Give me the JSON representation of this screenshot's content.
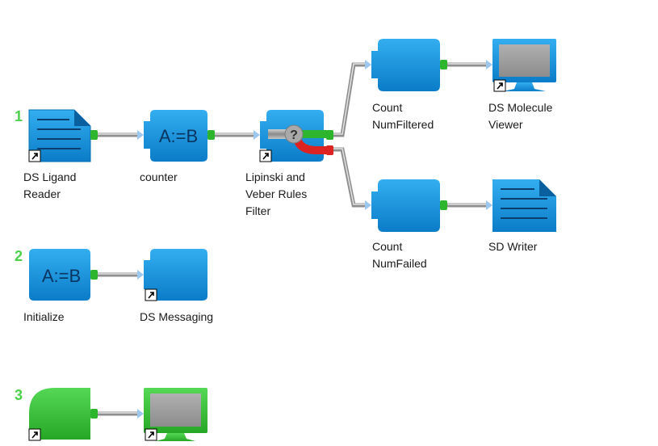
{
  "row_numbers": [
    "1",
    "2",
    "3"
  ],
  "nodes": {
    "ds_ligand_reader": "DS Ligand\nReader",
    "counter": "counter",
    "lipinski_filter": "Lipinski and\nVeber Rules\nFilter",
    "count_numfiltered": "Count\nNumFiltered",
    "ds_molecule_viewer": "DS Molecule\nViewer",
    "count_numfailed": "Count\nNumFailed",
    "sd_writer": "SD Writer",
    "initialize": "Initialize",
    "ds_messaging": "DS Messaging"
  },
  "glyphs": {
    "assign": "A:=B",
    "filter_question": "?"
  },
  "colors": {
    "node_blue": "#1e9be6",
    "node_blue_dark": "#0d79c5",
    "node_green": "#3cc83c",
    "port_green": "#2db52d",
    "port_red": "#dd2222",
    "port_blue": "#9cc8f0",
    "connector": "#9a9a9a",
    "row_number": "#4bd04b"
  }
}
